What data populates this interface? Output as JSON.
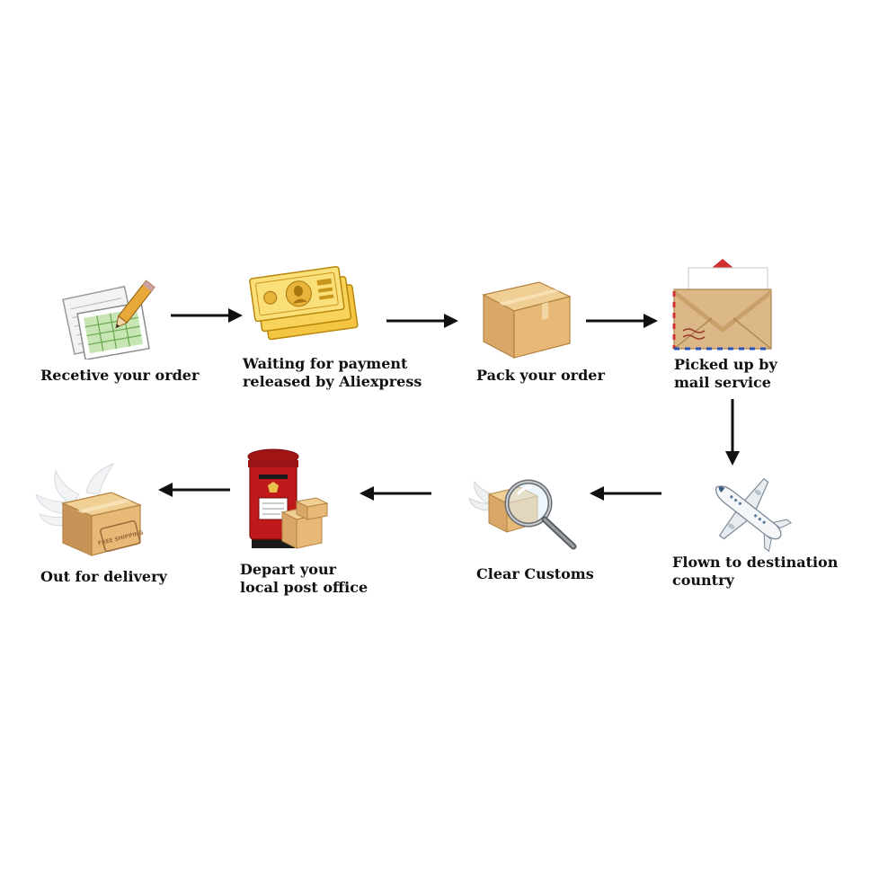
{
  "steps": [
    {
      "id": "receive-order",
      "line1": "Recetive your order",
      "line2": "",
      "icon": "order-form-icon"
    },
    {
      "id": "payment",
      "line1": "Waiting for payment",
      "line2": "released by Aliexpress",
      "icon": "money-bills-icon"
    },
    {
      "id": "pack",
      "line1": "Pack your order",
      "line2": "",
      "icon": "cardboard-box-icon"
    },
    {
      "id": "picked-up",
      "line1": "Picked up by",
      "line2": "mail service",
      "icon": "airmail-envelope-icon"
    },
    {
      "id": "flown",
      "line1": "Flown to destination",
      "line2": "country",
      "icon": "airplane-icon"
    },
    {
      "id": "customs",
      "line1": "Clear Customs",
      "line2": "",
      "icon": "magnifier-box-icon"
    },
    {
      "id": "post-office",
      "line1": "Depart your",
      "line2": "local post office",
      "icon": "post-box-icon"
    },
    {
      "id": "delivery",
      "line1": "Out for delivery",
      "line2": "",
      "icon": "winged-box-icon"
    }
  ],
  "stamps": {
    "free_shipping": "FREE SHIPPING"
  },
  "colors": {
    "arrow": "#111111",
    "box": "#d9a868",
    "money": "#f2c94c",
    "postbox": "#c0191c",
    "envelope": "#dcb888",
    "airmail_red": "#d0302f"
  }
}
